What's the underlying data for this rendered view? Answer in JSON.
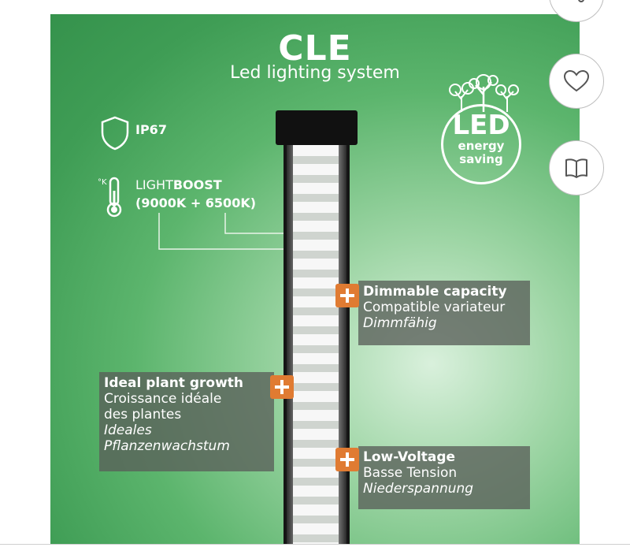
{
  "image": {
    "brand": "CLE",
    "subtitle": "Led lighting system",
    "ip_rating": "IP67",
    "kelvin_symbol": "°K",
    "lightboost_prefix": "LIGHT",
    "lightboost_bold": "BOOST",
    "lightboost_values": "(9000K + 6500K)",
    "eco_badge": {
      "big": "LED",
      "line1": "energy",
      "line2": "saving"
    },
    "features": [
      {
        "title": "Dimmable capacity",
        "line": "Compatible variateur",
        "italic": "Dimmfähig"
      },
      {
        "title": "Ideal plant growth",
        "line1": "Croissance idéale",
        "line2": "des plantes",
        "italic1": "Ideales",
        "italic2": "Pflanzenwachstum"
      },
      {
        "title": "Low-Voltage",
        "line": "Basse Tension",
        "italic": "Niederspannung"
      }
    ]
  },
  "side_actions": [
    {
      "icon": "share-icon"
    },
    {
      "icon": "heart-icon"
    },
    {
      "icon": "book-icon"
    }
  ],
  "colors": {
    "accent": "#e07b32",
    "green": "#3f9d55",
    "panel": "#5a5f5a"
  }
}
